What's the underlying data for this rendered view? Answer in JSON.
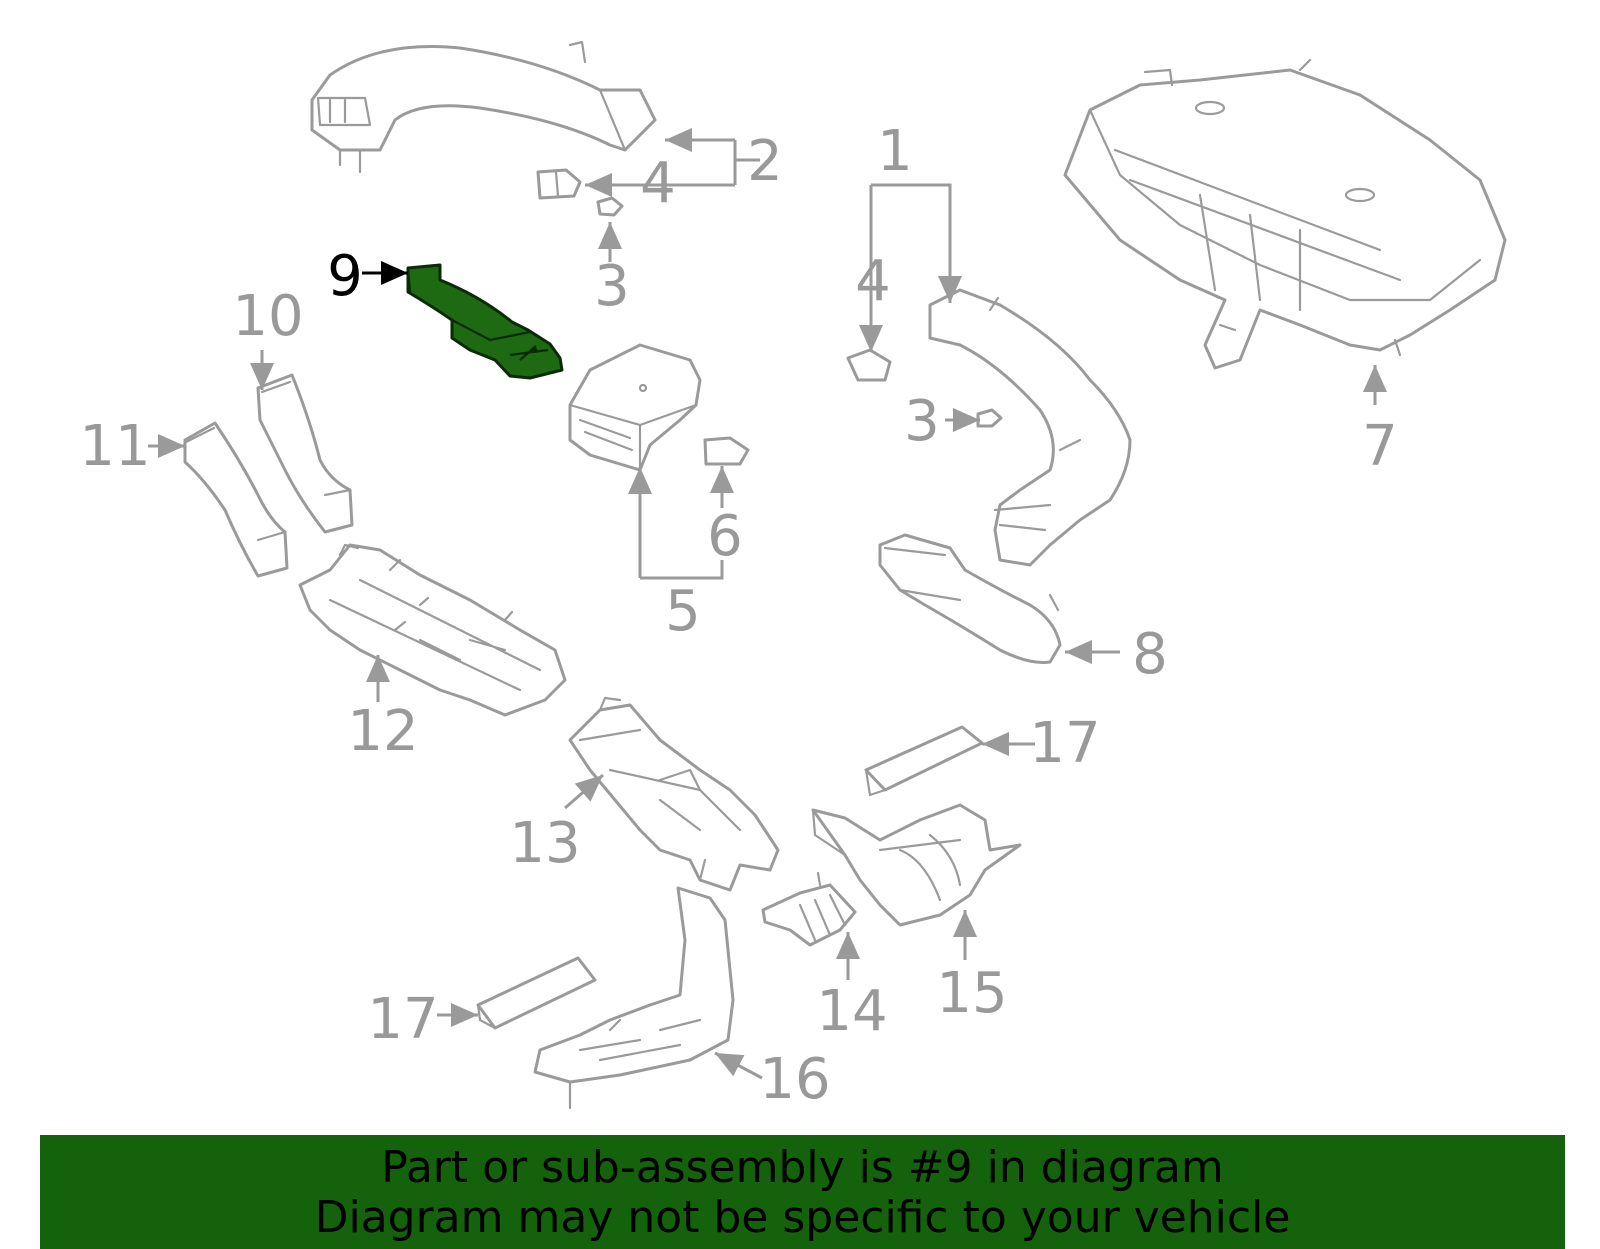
{
  "callouts": {
    "c1": "1",
    "c2": "2",
    "c3a": "3",
    "c3b": "3",
    "c4a": "4",
    "c4b": "4",
    "c5": "5",
    "c6": "6",
    "c7": "7",
    "c8": "8",
    "c9": "9",
    "c10": "10",
    "c11": "11",
    "c12": "12",
    "c13": "13",
    "c14": "14",
    "c15": "15",
    "c16": "16",
    "c17a": "17",
    "c17b": "17"
  },
  "highlight_color": "#1e6a12",
  "banner": {
    "line1": "Part or sub-assembly is #9 in diagram",
    "line2": "Diagram may not be specific to your vehicle"
  }
}
